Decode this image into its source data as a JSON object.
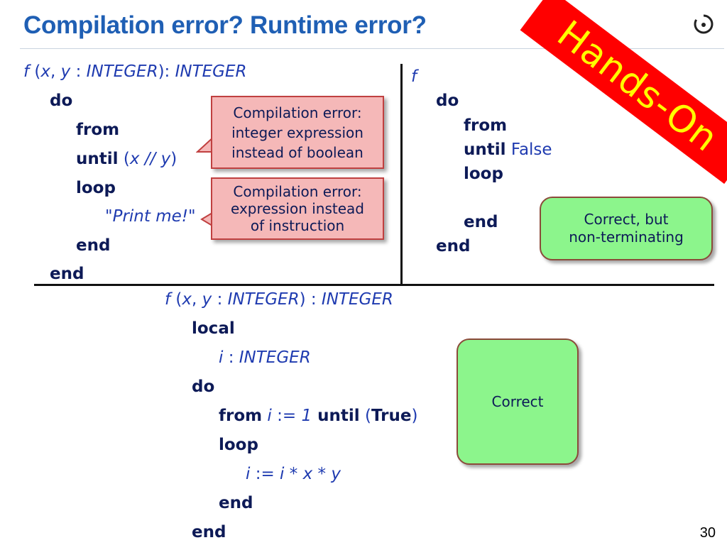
{
  "slide": {
    "title": "Compilation error? Runtime error?",
    "page_number": "30",
    "ribbon_text": "Hands-On"
  },
  "left_code": {
    "sig_f": "f",
    "sig_open": " (",
    "sig_x": "x",
    "sig_comma": ", ",
    "sig_y": "y",
    "sig_colon": " : ",
    "sig_type1": "INTEGER",
    "sig_close": "): ",
    "sig_type2": "INTEGER",
    "do": "do",
    "from": "from",
    "until": "until",
    "until_open": " (",
    "until_x": "x",
    "until_op": " // ",
    "until_y": "y",
    "until_close": ")",
    "loop": "loop",
    "print": "\"Print me!\"",
    "end_inner": "end",
    "end_outer": "end"
  },
  "right_code": {
    "f": "f",
    "do": "do",
    "from": "from",
    "until": "until",
    "until_val": " False",
    "loop": "loop",
    "end_inner": "end",
    "end_outer": "end"
  },
  "bottom_code": {
    "sig_f": "f",
    "sig_open": " (",
    "sig_x": "x",
    "sig_comma": ", ",
    "sig_y": "y",
    "sig_colon": " : ",
    "sig_type1": "INTEGER",
    "sig_close": ") : ",
    "sig_type2": "INTEGER",
    "local": "local",
    "local_i": "i",
    "local_colon": " : ",
    "local_type": "INTEGER",
    "do": "do",
    "from": "from",
    "from_i": " i",
    "from_assign": " := ",
    "from_one": "1",
    "until": " until",
    "until_open": " (",
    "until_true": "True",
    "until_close": ")",
    "loop": "loop",
    "body_i": "i",
    "body_assign": " := ",
    "body_i2": "i",
    "body_m1": " * ",
    "body_x": "x",
    "body_m2": " * ",
    "body_y": "y",
    "end_inner": "end",
    "end_outer": "end"
  },
  "callouts": {
    "err1": [
      "Compilation error:",
      "integer expression",
      "instead of boolean"
    ],
    "err2": [
      "Compilation error:",
      "expression instead",
      "of instruction"
    ],
    "ok_nonterm": [
      "Correct, but",
      "non-terminating"
    ],
    "ok": "Correct"
  },
  "colors": {
    "title": "#1f5fb4",
    "keyword": "#0d1a57",
    "identifier": "#1f3bb0",
    "ribbon_bg": "#ff0000",
    "ribbon_text": "#ffff00",
    "error_box": "#f5b8b8",
    "ok_box": "#8cf58c"
  }
}
